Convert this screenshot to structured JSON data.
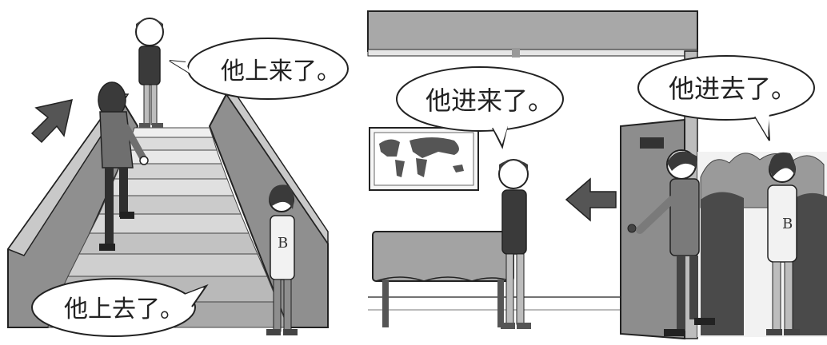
{
  "left_panel": {
    "bubble_top": "他上来了。",
    "bubble_bottom": "他上去了。",
    "shirt_letter": "B"
  },
  "right_panel": {
    "bubble_inside": "他进来了。",
    "bubble_outside": "他进去了。",
    "shirt_letter": "B"
  },
  "icons": [
    "up-arrow-icon",
    "left-arrow-icon",
    "world-map-icon"
  ]
}
